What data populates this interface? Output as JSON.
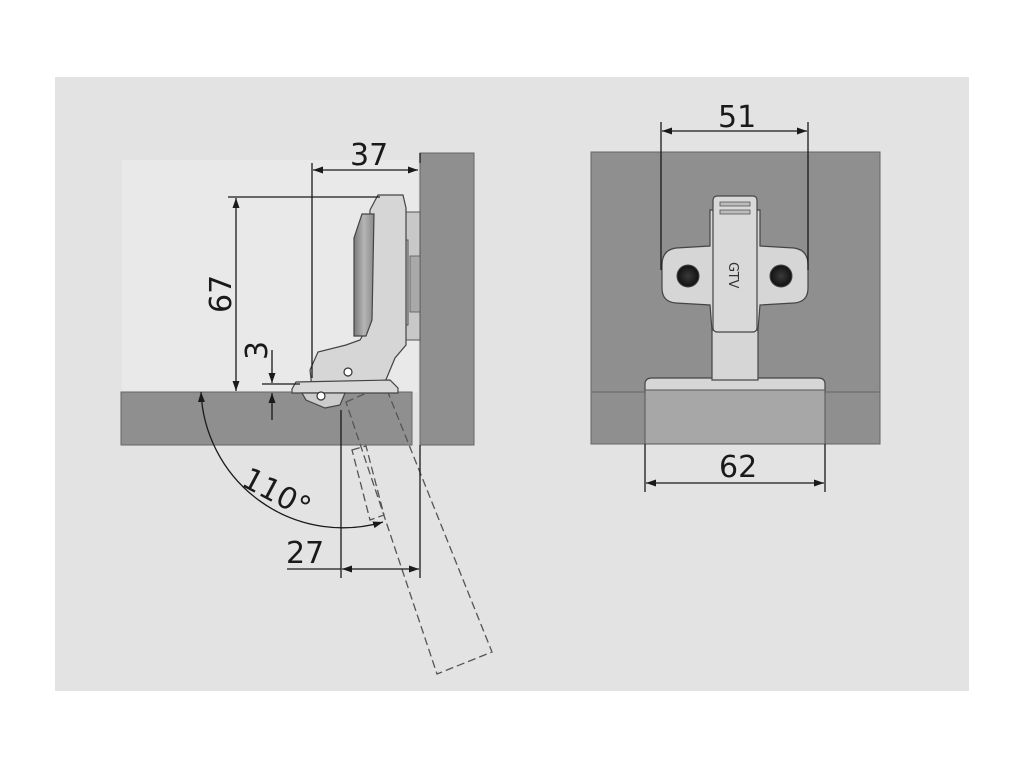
{
  "dimensions": {
    "depth": "37",
    "height": "67",
    "overlay": "3",
    "opening_angle": "110°",
    "door_clearance": "27",
    "screw_spacing": "51",
    "plate_width": "62"
  },
  "brand": "GTV",
  "colors": {
    "background": "#e3e3e3",
    "panel": "#8f8f8f",
    "panel_light": "#a7a7a7",
    "hinge": "#d6d6d6",
    "hinge_dark": "#8c8c8c",
    "line": "#1a1a1a"
  }
}
